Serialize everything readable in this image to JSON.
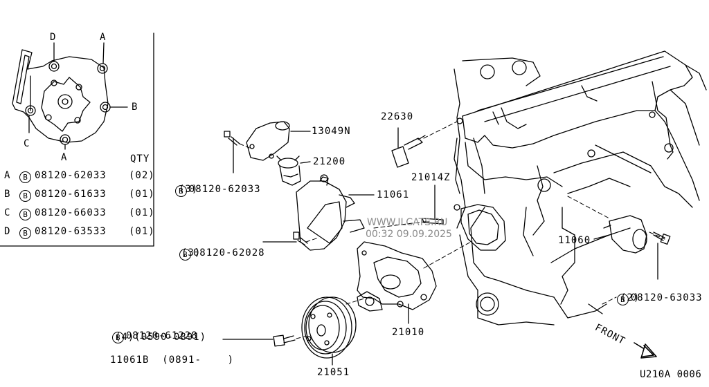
{
  "inset": {
    "letters": {
      "top_left": "D",
      "top_right": "A",
      "right": "B",
      "left": "C",
      "bottom": "A"
    },
    "qty_header": "QTY",
    "rows": [
      {
        "key": "A",
        "bolt": "B",
        "part": "08120-62033",
        "qty": "(02)"
      },
      {
        "key": "B",
        "bolt": "B",
        "part": "08120-61633",
        "qty": "(01)"
      },
      {
        "key": "C",
        "bolt": "B",
        "part": "08120-66033",
        "qty": "(01)"
      },
      {
        "key": "D",
        "bolt": "B",
        "part": "08120-63533",
        "qty": "(01)"
      }
    ]
  },
  "callouts": {
    "p22630": "22630",
    "p13049N": "13049N",
    "p21200": "21200",
    "p11061": "11061",
    "p21014Z": "21014Z",
    "p11060": "11060",
    "p21010": "21010",
    "p21051": "21051",
    "bolt_62033": {
      "bolt": "B",
      "part": "08120-62033",
      "qty": "(3)"
    },
    "bolt_62028": {
      "bolt": "B",
      "part": "08120-62028",
      "qty": "(3)"
    },
    "bolt_63033": {
      "bolt": "B",
      "part": "08120-63033",
      "qty": "(2)"
    },
    "bolt_61228": {
      "bolt": "B",
      "part": "08120-61228",
      "line2": "(4)(0590-0891)",
      "line3_part": "11061B",
      "line3_range": "(0891-    )"
    }
  },
  "front_label": "FRONT",
  "diagram_code": "U210A 0006",
  "watermark": {
    "line1": "WWW.ILCATS.RU",
    "line2": "00:32 09.09.2025"
  }
}
